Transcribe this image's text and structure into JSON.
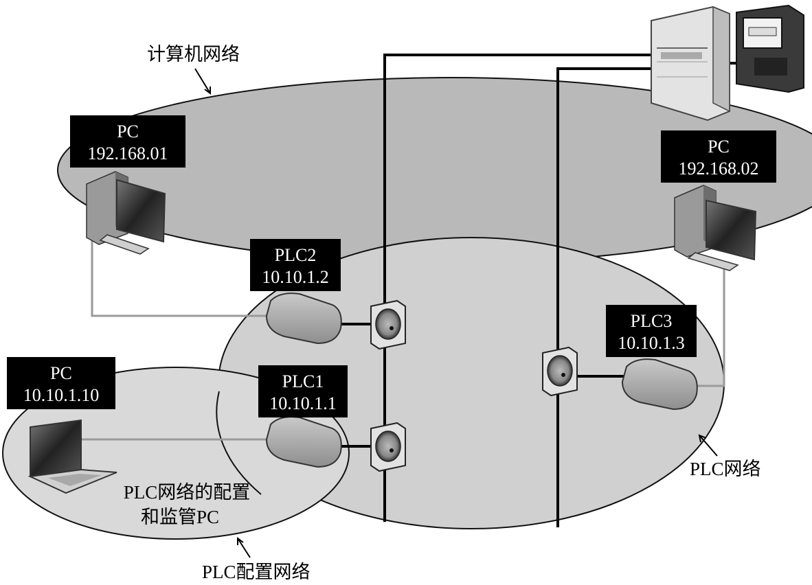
{
  "networks": {
    "computer_network": "计算机网络",
    "plc_network": "PLC网络",
    "plc_config_network": "PLC配置网络"
  },
  "devices": {
    "pc1": {
      "name": "PC",
      "ip": "192.168.01"
    },
    "pc2": {
      "name": "PC",
      "ip": "192.168.02"
    },
    "pc3": {
      "name": "PC",
      "ip": "10.10.1.10"
    },
    "plc1": {
      "name": "PLC1",
      "ip": "10.10.1.1"
    },
    "plc2": {
      "name": "PLC2",
      "ip": "10.10.1.2"
    },
    "plc3": {
      "name": "PLC3",
      "ip": "10.10.1.3"
    }
  },
  "config_pc_caption": {
    "line1": "PLC网络的配置",
    "line2": "和监管PC"
  }
}
